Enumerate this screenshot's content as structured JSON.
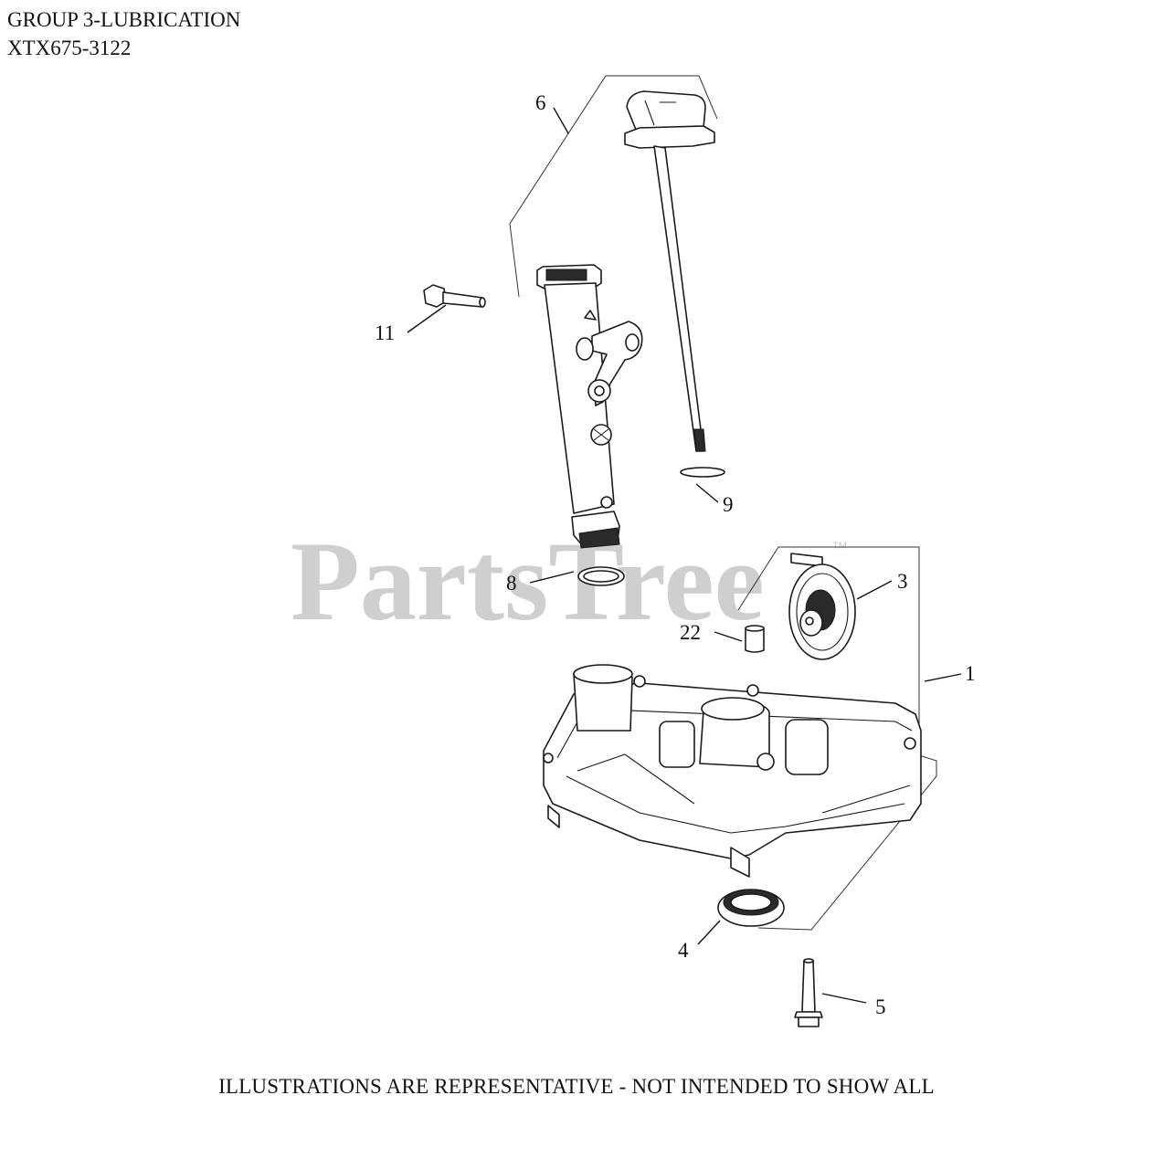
{
  "header": {
    "title": "GROUP 3-LUBRICATION",
    "model": "XTX675-3122"
  },
  "watermark": {
    "text": "PartsTree",
    "trademark": "™"
  },
  "callouts": [
    {
      "id": "6",
      "label": "6"
    },
    {
      "id": "11",
      "label": "11"
    },
    {
      "id": "9",
      "label": "9"
    },
    {
      "id": "8",
      "label": "8"
    },
    {
      "id": "3",
      "label": "3"
    },
    {
      "id": "22",
      "label": "22"
    },
    {
      "id": "1",
      "label": "1"
    },
    {
      "id": "4",
      "label": "4"
    },
    {
      "id": "5",
      "label": "5"
    }
  ],
  "footer": {
    "disclaimer": "ILLUSTRATIONS ARE REPRESENTATIVE - NOT INTENDED TO SHOW ALL"
  },
  "colors": {
    "line": "#1a1a1a",
    "watermark": "#cfcfcf",
    "background": "#ffffff"
  }
}
